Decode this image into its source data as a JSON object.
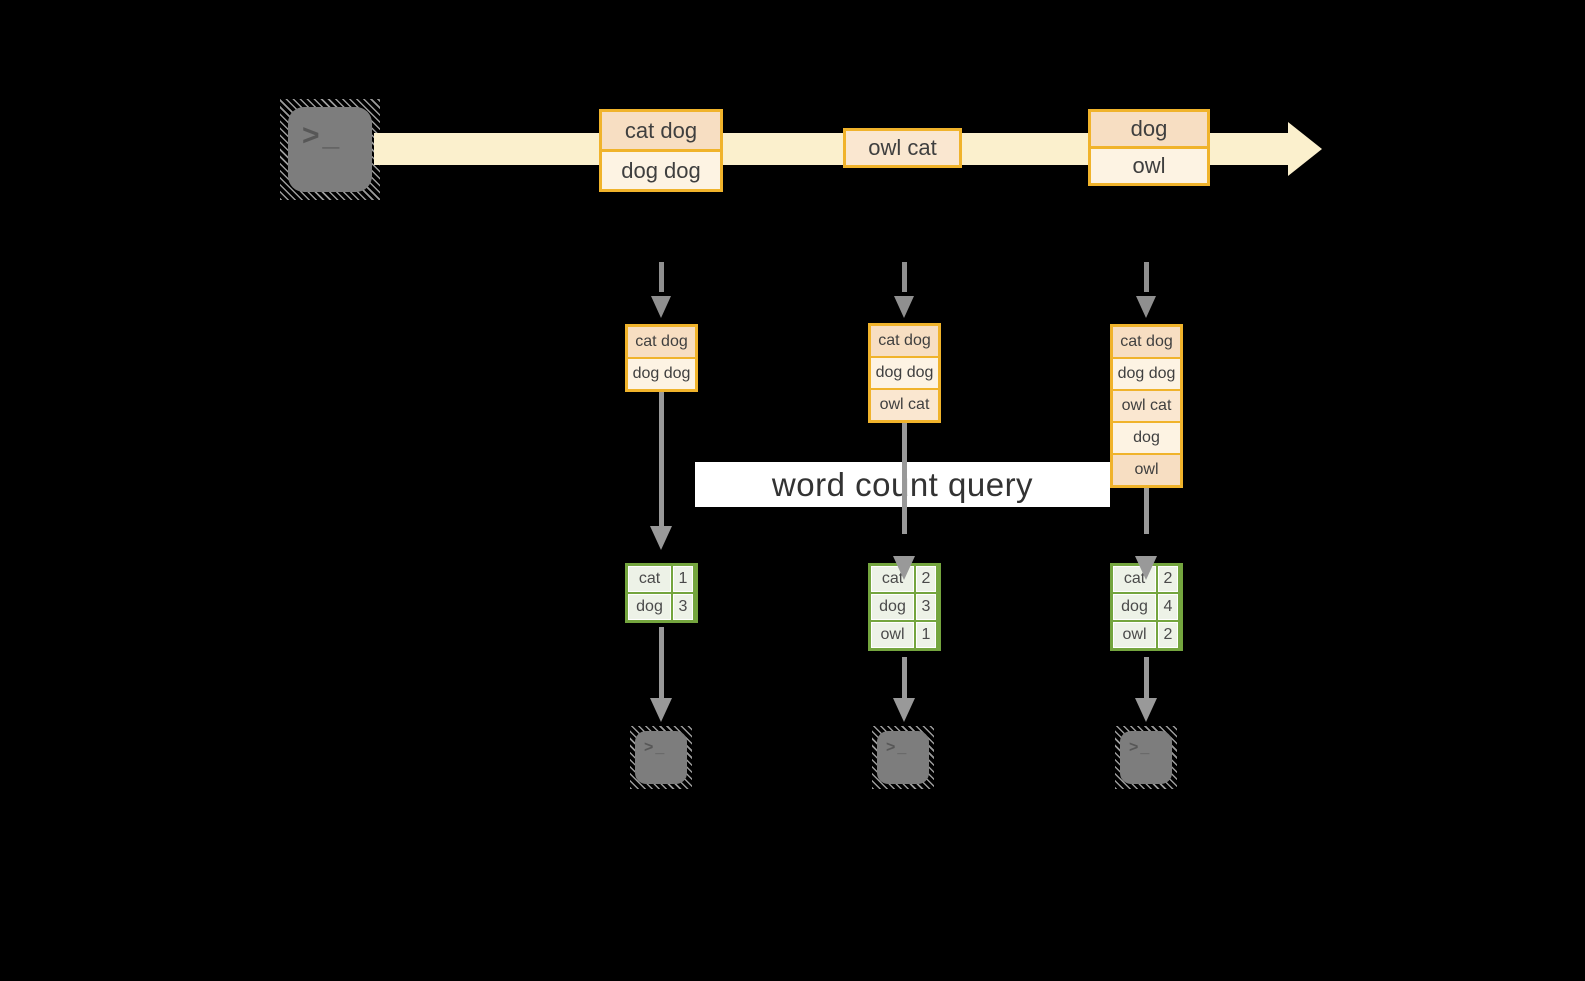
{
  "query": {
    "label": "word count query"
  },
  "stream": {
    "groups": [
      {
        "rows": [
          "cat dog",
          "dog dog"
        ]
      },
      {
        "rows": [
          "owl cat"
        ]
      },
      {
        "rows": [
          "dog",
          "owl"
        ]
      }
    ]
  },
  "batches": [
    {
      "rows": [
        "cat dog",
        "dog dog"
      ]
    },
    {
      "rows": [
        "cat dog",
        "dog dog",
        "owl cat"
      ]
    },
    {
      "rows": [
        "cat dog",
        "dog dog",
        "owl cat",
        "dog",
        "owl"
      ]
    }
  ],
  "tables": [
    {
      "rows": [
        {
          "word": "cat",
          "count": "1"
        },
        {
          "word": "dog",
          "count": "3"
        }
      ]
    },
    {
      "rows": [
        {
          "word": "cat",
          "count": "2"
        },
        {
          "word": "dog",
          "count": "3"
        },
        {
          "word": "owl",
          "count": "1"
        }
      ]
    },
    {
      "rows": [
        {
          "word": "cat",
          "count": "2"
        },
        {
          "word": "dog",
          "count": "4"
        },
        {
          "word": "owl",
          "count": "2"
        }
      ]
    }
  ],
  "icons": {
    "terminal_prompt": ">_"
  },
  "colors": {
    "background": "#000000",
    "stream_band": "#fbf0cd",
    "event_border": "#f0b32b",
    "event_fill_peach": "#f7dec2",
    "event_fill_cream": "#fdf3e3",
    "event_fill_mid": "#fae7d0",
    "table_border_green": "#74a53e",
    "table_cell_fill": "#edf2e7",
    "arrow_gray": "#999999",
    "terminal_gray": "#7d7d7d",
    "banner_white": "#ffffff",
    "text_dark": "#3f3f3f"
  }
}
